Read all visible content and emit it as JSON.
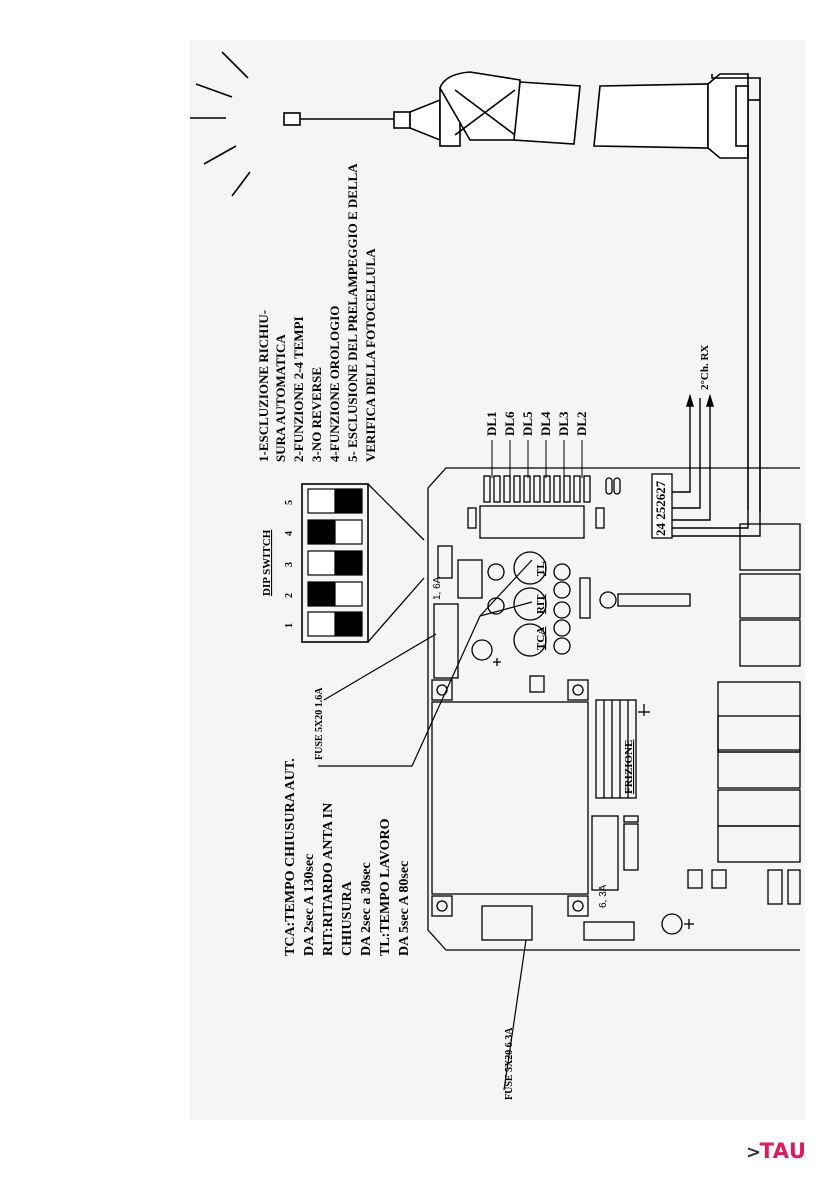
{
  "dip_switch": {
    "title": "DIP SWITCH",
    "numbers": [
      "1",
      "2",
      "3",
      "4",
      "5"
    ]
  },
  "dip_functions": [
    "1-ESCLUZIONE RICHIU-",
    "SURA AUTOMATICA",
    "2-FUNZIONE 2-4 TEMPI",
    "3-NO REVERSE",
    "4-FUNZIONE OROLOGIO",
    "5- ESCLUSIONE DEL PRELAMPEGGIO E DELLA",
    "VERIFICA DELLA FOTOCELLULA"
  ],
  "leds": [
    "DL1",
    "DL6",
    "DL5",
    "DL4",
    "DL3",
    "DL2"
  ],
  "trimmer_notes": [
    "TCA:TEMPO CHIUSURA AUT.",
    "DA 2sec A 130sec",
    "RIT:RITARDO ANTA IN",
    "CHIUSURA",
    "DA 2sec a 30sec",
    "TL:TEMPO LAVORO",
    "DA 5sec A 80sec"
  ],
  "labels": {
    "fuse_small": "FUSE 5X20 1.6A",
    "fuse_large": "FUSE 5X20 6.3A",
    "receiver": "2°Ch. RX",
    "terminals": "24 252627",
    "fuse_value_1": "1, 6A",
    "fuse_value_2": "6, 3A",
    "friction": "FRIZIONE",
    "trimmer_tca": "TCA",
    "trimmer_rit": "RIT",
    "trimmer_tl": "TL"
  },
  "brand": {
    "name": "TAU",
    "color": "#e1195a"
  }
}
